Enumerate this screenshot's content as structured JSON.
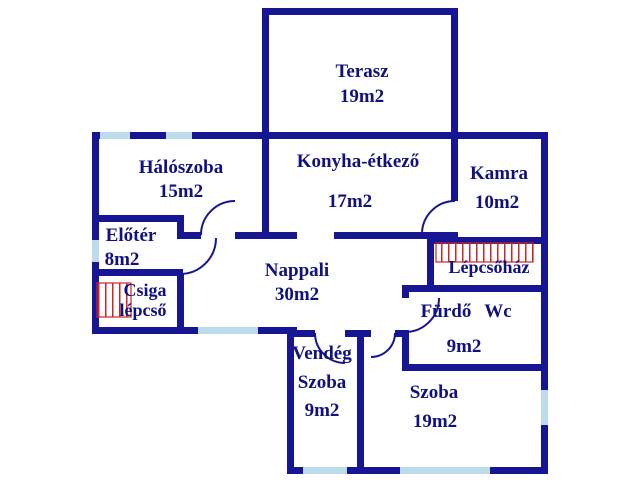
{
  "plan": {
    "type": "floor-plan",
    "colors": {
      "wall": "#161694",
      "window": "#bcdcec",
      "stairs": "#cc2626",
      "text": "#10107e",
      "background": "#ffffff"
    },
    "rooms": {
      "terasz": {
        "name": "Terasz",
        "area": "19m2"
      },
      "haloszoba": {
        "name": "Hálószoba",
        "area": "15m2"
      },
      "konyha": {
        "name": "Konyha-étkező",
        "area": "17m2"
      },
      "kamra": {
        "name": "Kamra",
        "area": "10m2"
      },
      "eloter": {
        "name": "Előtér",
        "area": "8m2"
      },
      "csiga": {
        "line1": "Csiga",
        "line2": "lépcső"
      },
      "nappali": {
        "name": "Nappali",
        "area": "30m2"
      },
      "lepcsohaz": {
        "name": "Lépcsőház"
      },
      "furdo": {
        "name": "Fürdő",
        "name2": "Wc",
        "area": "9m2"
      },
      "vendeg": {
        "line1": "Vendég",
        "line2": "Szoba",
        "area": "9m2"
      },
      "szoba": {
        "name": "Szoba",
        "area": "19m2"
      }
    }
  }
}
